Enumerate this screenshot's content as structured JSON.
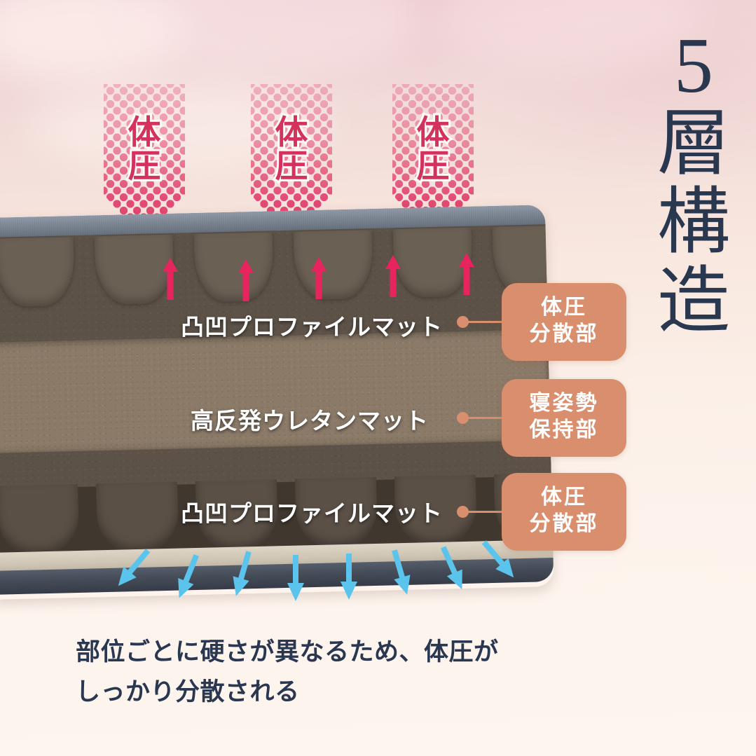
{
  "title": {
    "number": "5",
    "chars": [
      "層",
      "構",
      "造"
    ],
    "color": "#29374f"
  },
  "pressure_labels": [
    {
      "line1": "体",
      "line2": "圧"
    },
    {
      "line1": "体",
      "line2": "圧"
    },
    {
      "line1": "体",
      "line2": "圧"
    }
  ],
  "layer_labels": [
    {
      "text": "凸凹プロファイルマット"
    },
    {
      "text": "高反発ウレタンマット"
    },
    {
      "text": "凸凹プロファイルマット"
    }
  ],
  "badges": [
    {
      "line1": "体圧",
      "line2": "分散部"
    },
    {
      "line1": "寝姿勢",
      "line2": "保持部"
    },
    {
      "line1": "体圧",
      "line2": "分散部"
    }
  ],
  "caption": {
    "line1": "部位ごとに硬さが異なるため、体圧が",
    "line2": "しっかり分散される"
  },
  "colors": {
    "accent_pink": "#e0396a",
    "accent_blue": "#5bc4ec",
    "badge": "#d98e6d",
    "navy": "#29374f",
    "foam_dark": "#5d5248",
    "foam_light": "#8b7a68",
    "fabric_top": "#79838f",
    "fabric_bottom": "#454c58"
  }
}
